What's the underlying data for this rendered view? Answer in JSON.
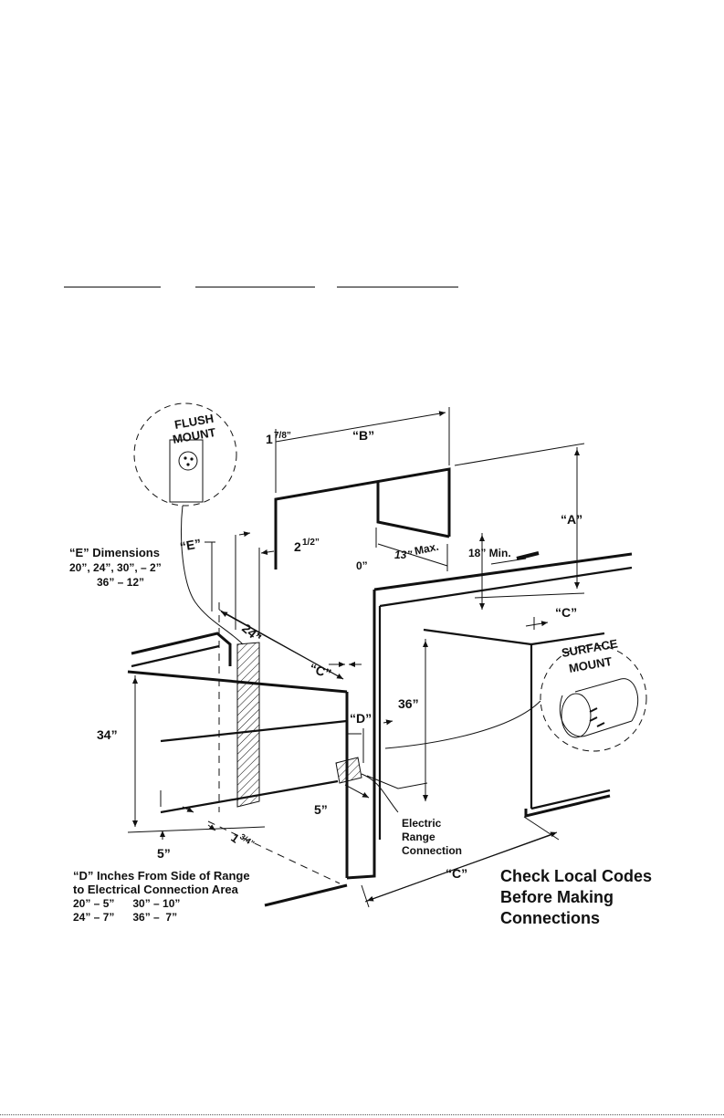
{
  "labels": {
    "flush_mount": [
      "FLUSH",
      "MOUNT"
    ],
    "surface_mount": [
      "SURFACE",
      "MOUNT"
    ],
    "dim_a": "“A”",
    "dim_b": "“B”",
    "dim_c_top": "“C”",
    "dim_c_mid": "“C”",
    "dim_c_bottom": "“C”",
    "dim_d": "“D”",
    "dim_e": "“E”",
    "seven_eighths_whole": "1",
    "seven_eighths_frac": "7/8”",
    "two_half_whole": "2",
    "two_half_frac": "1/2”",
    "one_three_quarter_whole": "1",
    "one_three_quarter_frac": "3/4”",
    "thirteen_max": "13”",
    "max": "Max.",
    "eighteen_min": "18” Min.",
    "zero": "0”",
    "twenty_four": "24”",
    "thirty_four": "34”",
    "thirty_six": "36”",
    "five_a": "5”",
    "five_b": "5”",
    "electric_connection": [
      "Electric",
      "Range",
      "Connection"
    ]
  },
  "e_dimensions": {
    "title": "“E” Dimensions",
    "line1": "20”, 24”, 30”, – 2”",
    "line2": "36” – 12”"
  },
  "d_inches": {
    "title1": "“D” Inches From Side of Range",
    "title2": "to Electrical Connection Area",
    "row1": "20” – 5”      30” – 10”",
    "row2": "24” – 7”      36” –  7”"
  },
  "warning": [
    "Check Local Codes",
    "Before Making",
    "Connections"
  ]
}
